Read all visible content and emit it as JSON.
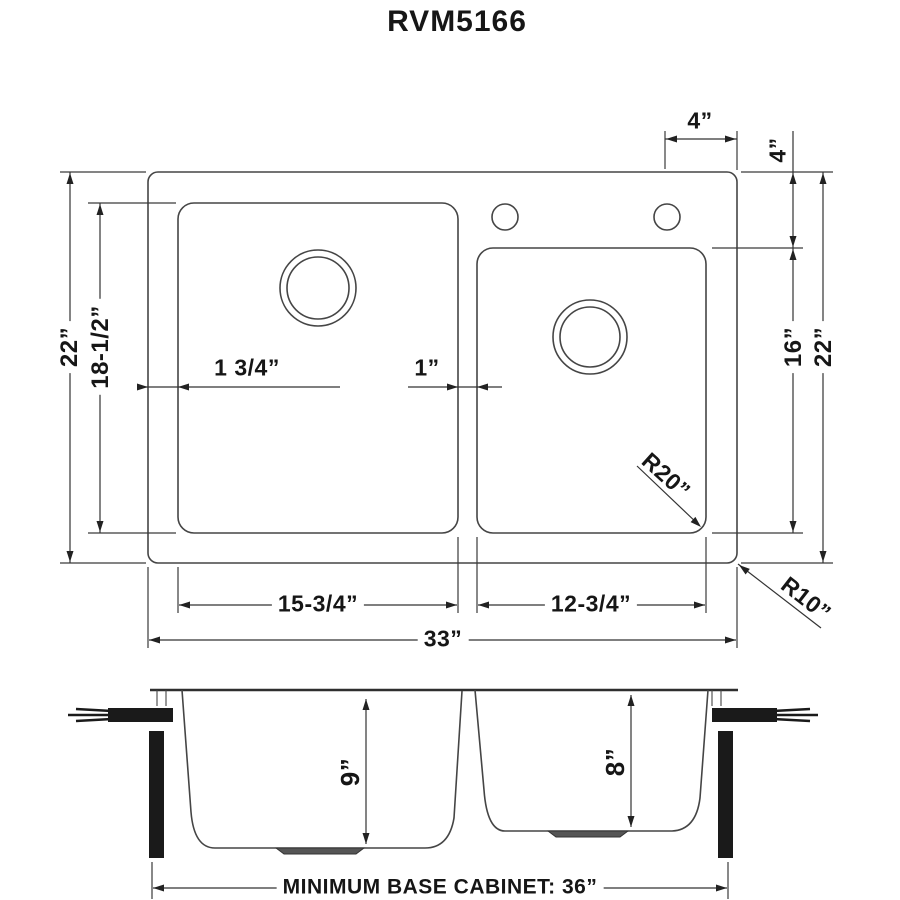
{
  "title": "RVM5166",
  "colors": {
    "line": "#404040",
    "dim_line": "#333333",
    "text": "#161616",
    "solid_fill": "#1a1a1a",
    "background": "#ffffff"
  },
  "top_view": {
    "dimensions": {
      "faucet_hole_offset_h": "4”",
      "faucet_hole_offset_v": "4”",
      "overall_depth_left": "22”",
      "left_bowl_depth": "18-1/2”",
      "rim_width": "1 3/4”",
      "divider_width": "1”",
      "right_bowl_depth": "16”",
      "overall_depth_right": "22”",
      "bowl_corner_radius": "R20”",
      "outer_corner_radius": "R10”",
      "left_bowl_width": "15-3/4”",
      "right_bowl_width": "12-3/4”",
      "overall_width": "33”"
    }
  },
  "section_view": {
    "dimensions": {
      "left_bowl_depth": "9”",
      "right_bowl_depth": "8”",
      "base_cabinet_note": "MINIMUM BASE CABINET: 36”"
    }
  }
}
